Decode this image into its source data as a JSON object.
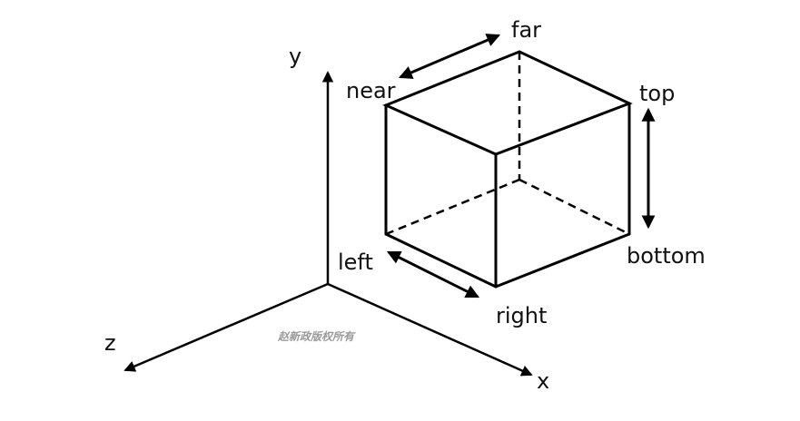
{
  "axes": {
    "x": "x",
    "y": "y",
    "z": "z"
  },
  "faces": {
    "near": "near",
    "far": "far",
    "top": "top",
    "bottom": "bottom",
    "left": "left",
    "right": "right"
  },
  "watermark": "赵新政版权所有"
}
